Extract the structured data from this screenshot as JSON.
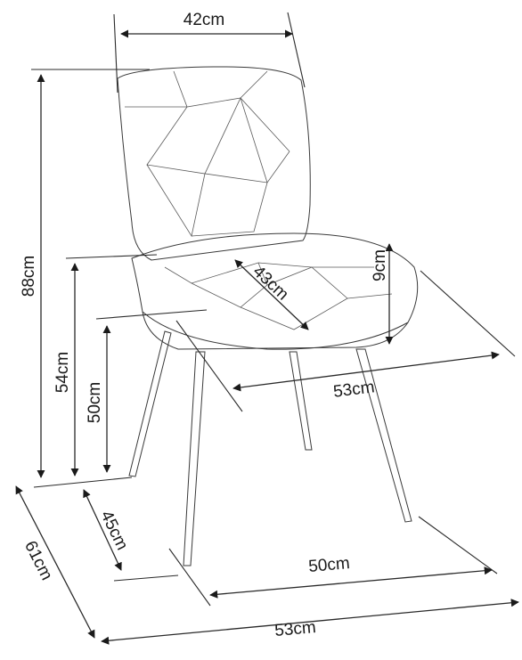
{
  "dimensions": {
    "top_width": "42cm",
    "total_height": "88cm",
    "seat_depth_diag": "43cm",
    "cushion_thickness": "9cm",
    "seat_width": "53cm",
    "armless_height": "54cm",
    "seat_height": "50cm",
    "leg_spread_side": "45cm",
    "leg_spread_front": "50cm",
    "total_depth": "61cm",
    "total_width": "53cm"
  }
}
